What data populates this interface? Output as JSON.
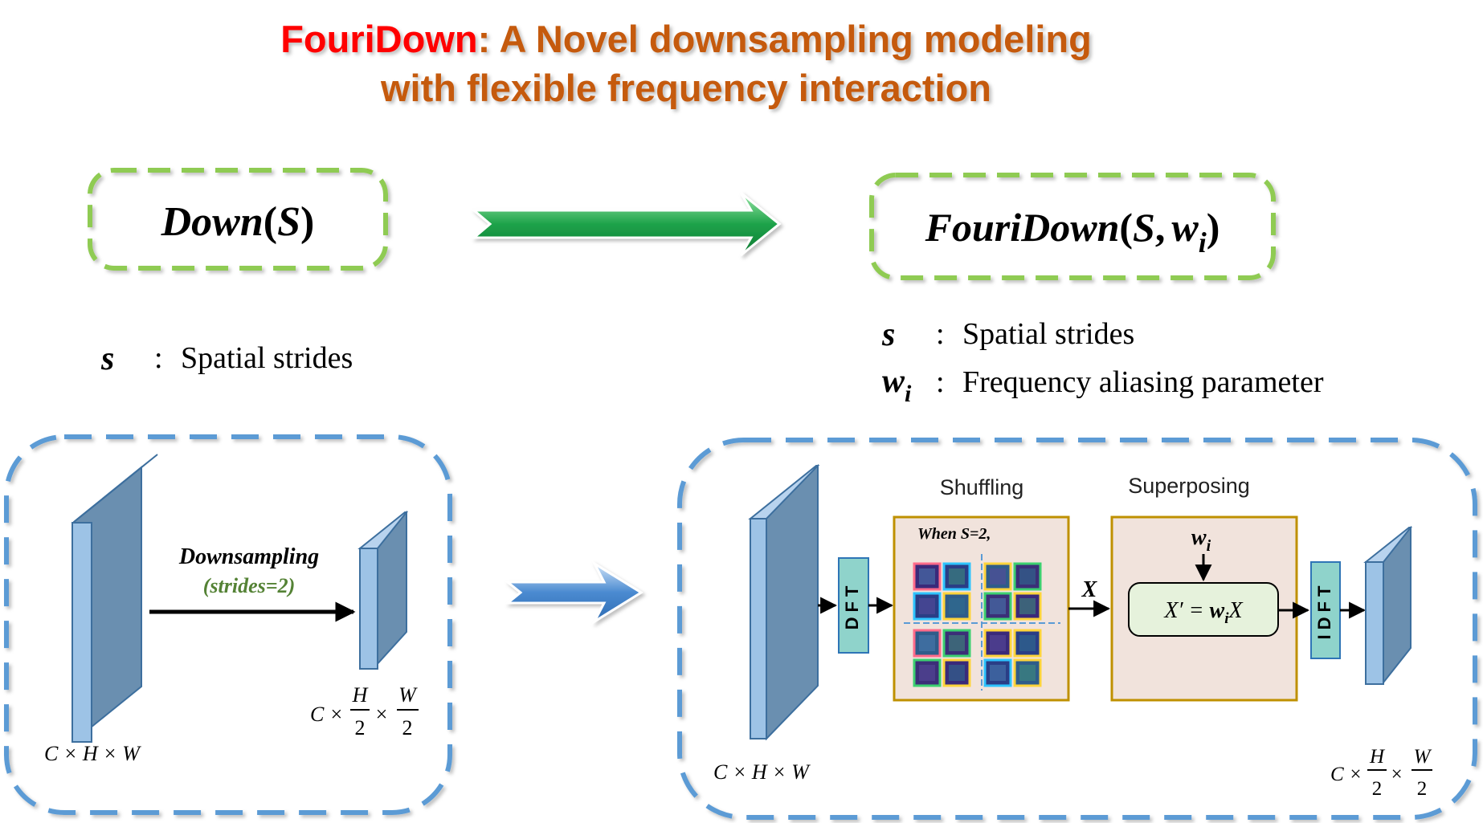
{
  "title": {
    "line1_name": "FouriDown",
    "line1_rest": ": A Novel downsampling modeling",
    "line2": "with flexible frequency interaction",
    "name_color": "#ff0000",
    "rest_color": "#c55a11"
  },
  "left_formula": {
    "func": "Down",
    "open": "(",
    "arg": "S",
    "close": ")"
  },
  "right_formula": {
    "func": "FouriDown",
    "open": "(",
    "arg1": "S",
    "sep": ",",
    "arg2": "w",
    "arg2_sub": "i",
    "close": ")"
  },
  "left_legend": {
    "symbol": "s",
    "colon": ":",
    "desc": "Spatial strides"
  },
  "right_legend": [
    {
      "symbol": "s",
      "sub": "",
      "colon": ":",
      "desc": "Spatial strides"
    },
    {
      "symbol": "w",
      "sub": "i",
      "colon": ":",
      "desc": "Frequency aliasing parameter"
    }
  ],
  "left_panel": {
    "arrow_label": "Downsampling",
    "arrow_sublabel": "(strides=2)",
    "input_dims": "C × H × W",
    "output_dims": {
      "prefix": "C ×",
      "h": "H",
      "w": "W",
      "den": "2",
      "times": "×"
    }
  },
  "right_panel": {
    "dft": "DFT",
    "idft": "IDFT",
    "shuffling_label": "Shuffling",
    "shuffling_note": "When S=2,",
    "superposing_label": "Superposing",
    "weight": {
      "symbol": "w",
      "sub": "i"
    },
    "equation": {
      "lhs": "X′ = ",
      "w": "w",
      "sub": "i",
      "rhs": "X"
    },
    "x_label": "X",
    "input_dims": "C × H × W",
    "output_dims": {
      "prefix": "C ×",
      "h": "H",
      "w": "W",
      "den": "2",
      "times": "×"
    }
  },
  "colors": {
    "green_dash": "#8fcb52",
    "blue_dash": "#5b9bd5",
    "block_front": "#9dc3e6",
    "block_side": "#6a8fb0",
    "dft_fill": "#8fd3cb",
    "stage_border": "#bf9000",
    "stage_fill": "#f1e3dc",
    "eq_fill": "#e6f2dc",
    "arrow_green": "#1ea34a",
    "arrow_blue": "#4a8ad0",
    "stride_green": "#548235"
  },
  "thumbnail_tile_colors": [
    "#ff6b8a",
    "#ffd43b",
    "#2ec4ff",
    "#3cd070"
  ]
}
